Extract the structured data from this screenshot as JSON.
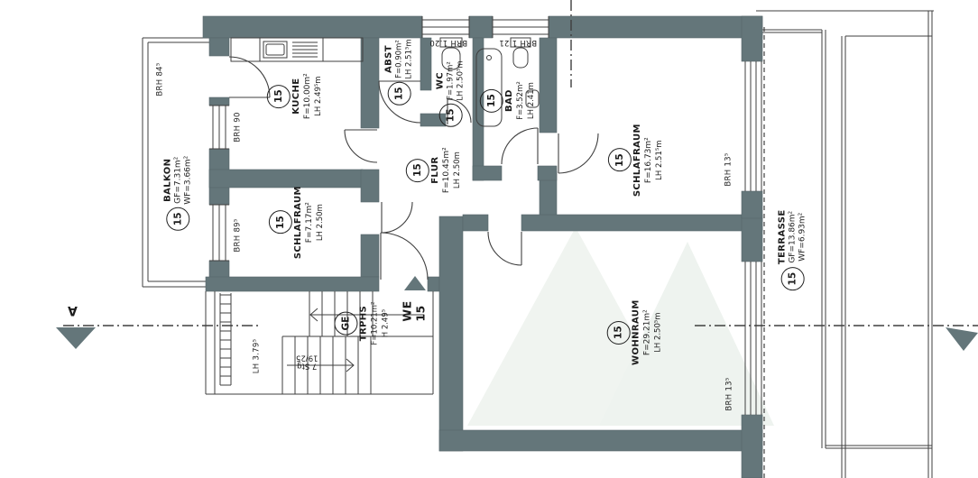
{
  "rooms": [
    {
      "tag": "15",
      "name": "BALKON",
      "lines": [
        "GF=7.31m²",
        "WF=3.66m²"
      ]
    },
    {
      "tag": "15",
      "name": "KUCHE",
      "lines": [
        "F=10.00m²",
        "LH 2.49⁵m"
      ]
    },
    {
      "tag": "15",
      "name": "SCHLAFRAUM",
      "lines": [
        "F=7.17m²",
        "LH 2.50m"
      ]
    },
    {
      "tag": "15",
      "name": "ABST",
      "lines": [
        "F=0.90m²",
        "LH 2.51⁵m"
      ]
    },
    {
      "tag": "15",
      "name": "WC",
      "lines": [
        "F=1.97m²",
        "LH 2.50⁵m"
      ]
    },
    {
      "tag": "15",
      "name": "BAD",
      "lines": [
        "F=3.52m²",
        "LH 2.41m"
      ]
    },
    {
      "tag": "15",
      "name": "SCHLAFRAUM",
      "lines": [
        "F=16.73m²",
        "LH 2.51⁵m"
      ]
    },
    {
      "tag": "15",
      "name": "FLUR",
      "lines": [
        "F=10.45m²",
        "LH 2.50m"
      ]
    },
    {
      "tag": "15",
      "name": "WOHNRAUM",
      "lines": [
        "F=29.21m²",
        "LH 2.50⁵m"
      ]
    },
    {
      "tag": "15",
      "name": "TERRASSE",
      "lines": [
        "GF=13.86m²",
        "WF=6.93m²"
      ]
    },
    {
      "tag": "GE",
      "name": "TRPHS",
      "lines": [
        "F=10.21m²",
        "H 2.49⁵"
      ]
    }
  ],
  "windows": [
    "BRH 84⁵",
    "BRH 90",
    "BRH 89⁵",
    "BRH 1.20",
    "BRH 1.21",
    "BRH 13⁵",
    "BRH 13⁵",
    "LH 3.79⁵"
  ],
  "entrance": {
    "label": "WE 15"
  },
  "stairs": {
    "note": [
      "7 Stg",
      "19/25"
    ]
  },
  "section": {
    "letter": "A"
  },
  "colors": {
    "wall": "#64767a",
    "line": "#3f3f3f",
    "paper": "#ffffff",
    "watermark": "#f0f4f0"
  }
}
